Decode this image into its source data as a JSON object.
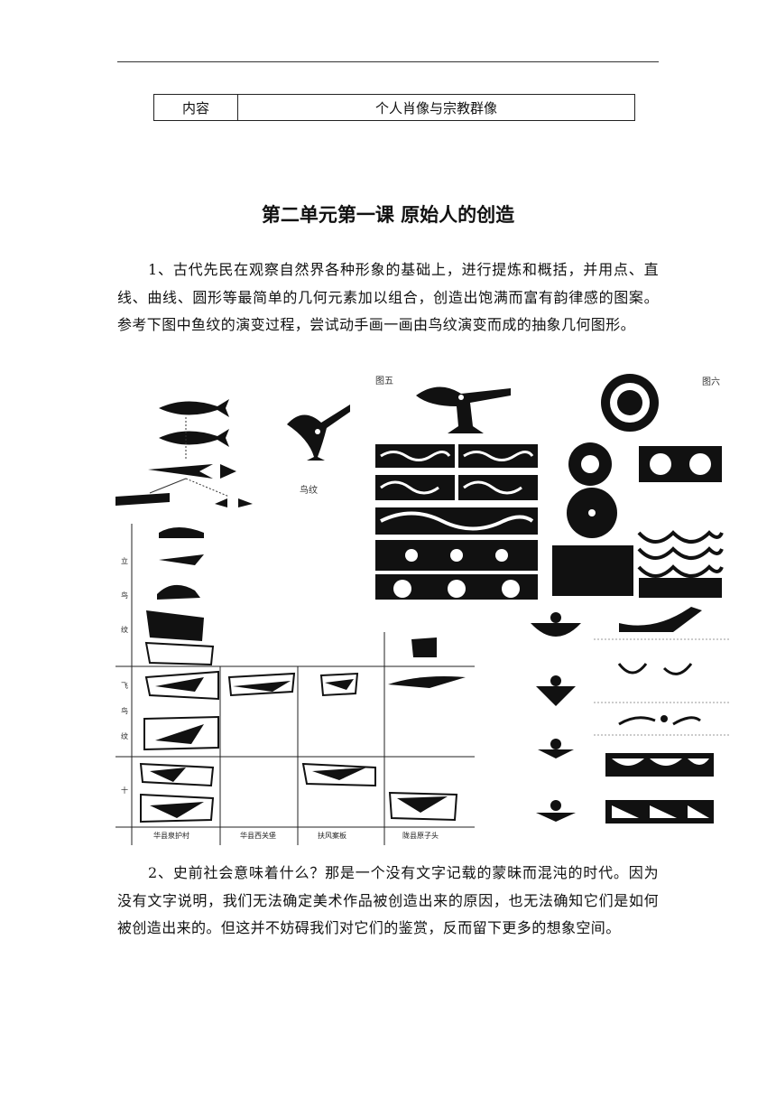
{
  "table": {
    "key": "内容",
    "value": "个人肖像与宗教群像"
  },
  "title": "第二单元第一课 原始人的创造",
  "paragraphs": [
    "1、古代先民在观察自然界各种形象的基础上，进行提炼和概括，并用点、直线、曲线、圆形等最简单的几何元素加以组合，创造出饱满而富有韵律感的图案。参考下图中鱼纹的演变过程，尝试动手画一画由鸟纹演变而成的抽象几何图形。",
    "2、史前社会意味着什么？那是一个没有文字记载的蒙昧而混沌的时代。因为没有文字说明，我们无法确定美术作品被创造出来的原因，也无法确知它们是如何被创造出来的。但这并不妨碍我们对它们的鉴赏，反而留下更多的想象空间。"
  ],
  "figure": {
    "bird_caption": "鸟纹",
    "fig5_label": "图五",
    "fig6_label": "图六",
    "row_labels": {
      "standing": [
        "立",
        "鸟",
        "纹"
      ],
      "flying": [
        "飞",
        "鸟",
        "纹"
      ],
      "other": "十"
    },
    "column_labels": [
      "华县泉护村",
      "华县西关堡",
      "扶风案板",
      "陇县原子头"
    ]
  }
}
